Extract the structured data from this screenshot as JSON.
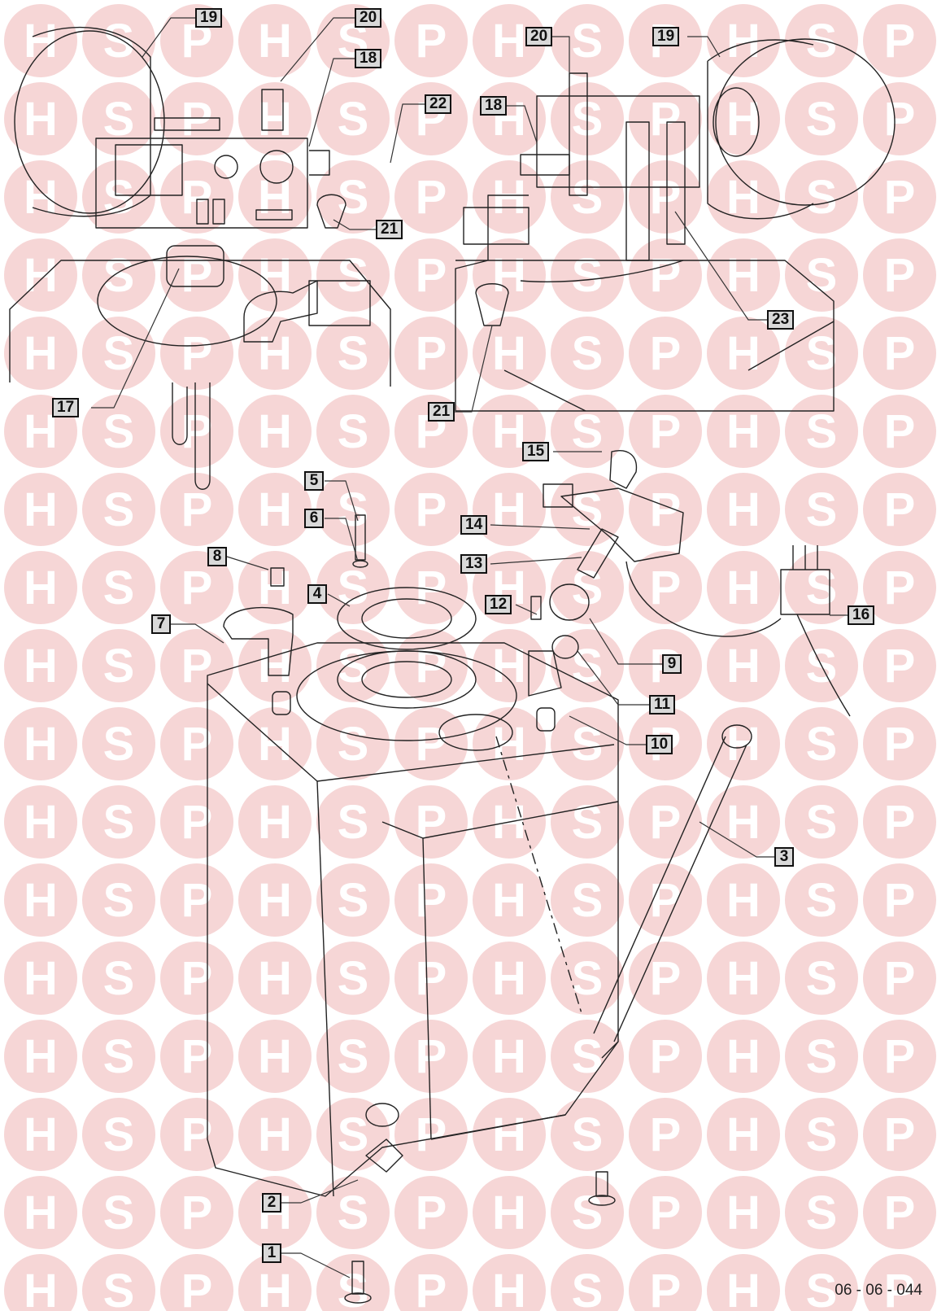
{
  "watermark": {
    "letters": [
      "H",
      "S",
      "P"
    ],
    "color": "#f6d6d6",
    "letter_color": "#ecb3b3"
  },
  "drawing_reference": "06 - 06 - 044",
  "callouts": {
    "c1": "1",
    "c2": "2",
    "c3": "3",
    "c4": "4",
    "c5": "5",
    "c6": "6",
    "c7": "7",
    "c8": "8",
    "c9": "9",
    "c10": "10",
    "c11": "11",
    "c12": "12",
    "c13": "13",
    "c14": "14",
    "c15": "15",
    "c16": "16",
    "c17": "17",
    "c18a": "18",
    "c18b": "18",
    "c19a": "19",
    "c19b": "19",
    "c20a": "20",
    "c20b": "20",
    "c21a": "21",
    "c21b": "21",
    "c22": "22",
    "c23": "23"
  }
}
